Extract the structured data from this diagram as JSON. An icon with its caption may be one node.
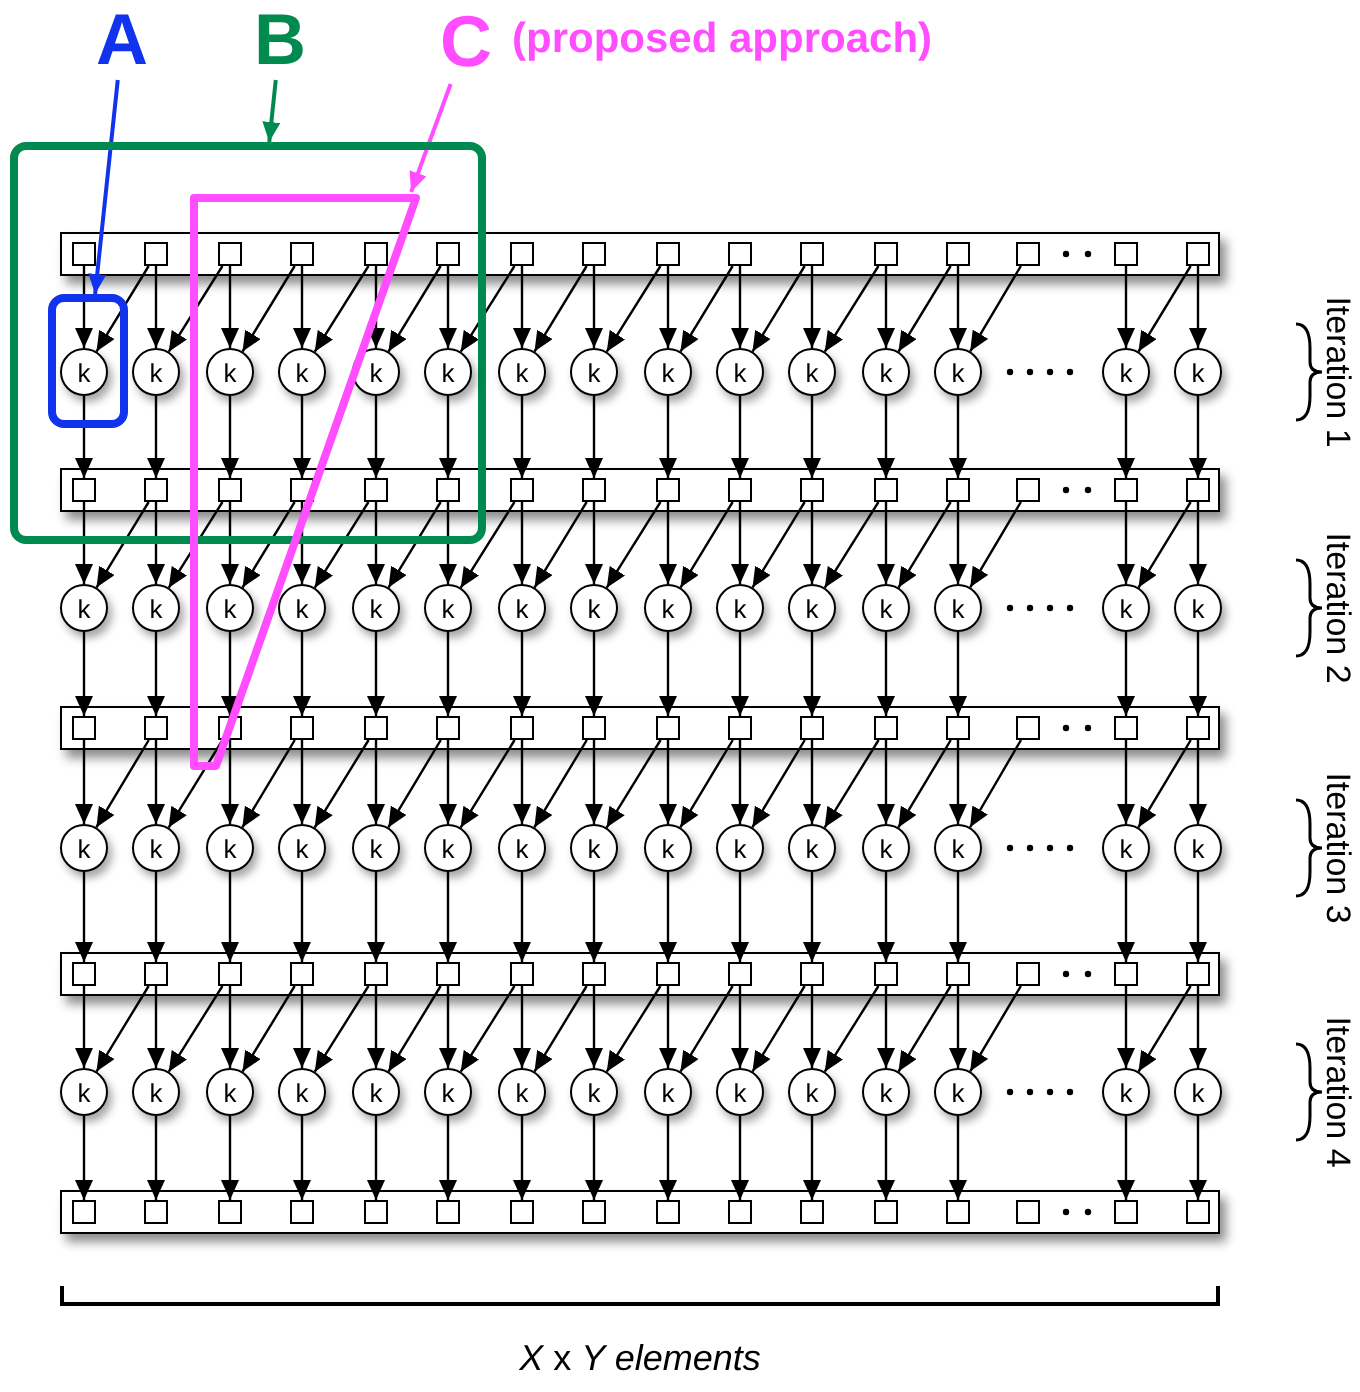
{
  "diagram": {
    "nodes": [
      {
        "text": [
          "A"
        ]
      },
      {
        "text": [
          "B"
        ]
      },
      {
        "text": [
          "C"
        ],
        "beside": [
          "(proposed approach)"
        ]
      },
      {
        "text": [],
        "shape": "box",
        "in": 4
      },
      {
        "text": [],
        "shape": "box"
      },
      {
        "text": [],
        "shape": "triangle"
      },
      {
        "text": [],
        "shape": "bar"
      },
      {
        "text": [],
        "shape": "box"
      },
      {
        "text": [],
        "shape": "box"
      },
      {
        "text": [],
        "shape": "box"
      },
      {
        "text": [],
        "shape": "box"
      },
      {
        "text": [],
        "shape": "box"
      },
      {
        "text": [],
        "shape": "box"
      },
      {
        "text": [],
        "shape": "box",
        "in": 6
      },
      {
        "text": [],
        "shape": "box",
        "in": 6
      },
      {
        "text": [],
        "shape": "box",
        "in": 6
      },
      {
        "text": [],
        "shape": "box",
        "in": 6
      },
      {
        "text": [],
        "shape": "box",
        "in": 6
      },
      {
        "text": [],
        "shape": "box",
        "in": 6
      },
      {
        "text": [],
        "shape": "box",
        "in": 6
      },
      {
        "text": [],
        "shape": "box",
        "in": 6
      },
      {
        "text": [],
        "shape": "box",
        "in": 6
      },
      {
        "text": [],
        "shape": "box",
        "in": 6
      },
      {
        "text": [
          "k"
        ],
        "in": 3
      },
      {
        "text": [
          "k"
        ],
        "in": 4
      },
      {
        "text": [
          "k"
        ]
      },
      {
        "text": [
          "k"
        ]
      },
      {
        "text": [
          "k"
        ],
        "in": 4
      },
      {
        "text": [
          "k"
        ],
        "in": 4
      },
      {
        "text": [
          "k"
        ]
      },
      {
        "text": [
          "k"
        ]
      },
      {
        "text": [
          "k"
        ]
      },
      {
        "text": [
          "k"
        ]
      },
      {
        "text": [
          "k"
        ]
      },
      {
        "text": [
          "k"
        ]
      },
      {
        "text": [
          "k"
        ]
      },
      {
        "text": [
          "k"
        ]
      },
      {
        "text": [
          "k"
        ]
      },
      {
        "text": [],
        "shape": "bar"
      },
      {
        "text": [],
        "shape": "box"
      },
      {
        "text": [],
        "shape": "box"
      },
      {
        "text": [],
        "shape": "box"
      },
      {
        "text": [],
        "shape": "box"
      },
      {
        "text": [],
        "shape": "box"
      },
      {
        "text": [],
        "shape": "box"
      },
      {
        "text": [],
        "shape": "box",
        "in": 38
      },
      {
        "text": [],
        "shape": "box",
        "in": 38
      },
      {
        "text": [],
        "shape": "box",
        "in": 38
      },
      {
        "text": [],
        "shape": "box",
        "in": 38
      },
      {
        "text": [],
        "shape": "box",
        "in": 38
      },
      {
        "text": [],
        "shape": "box",
        "in": 38
      },
      {
        "text": [],
        "shape": "box",
        "in": 38
      },
      {
        "text": [],
        "shape": "box",
        "in": 38
      },
      {
        "text": [],
        "shape": "box",
        "in": 38
      },
      {
        "text": [],
        "shape": "box",
        "in": 38
      },
      {
        "text": [
          "k"
        ]
      },
      {
        "text": [
          "k"
        ]
      },
      {
        "text": [
          "k"
        ],
        "in": 5
      },
      {
        "text": [
          "k"
        ]
      },
      {
        "text": [
          "k"
        ]
      },
      {
        "text": [
          "k"
        ]
      },
      {
        "text": [
          "k"
        ]
      },
      {
        "text": [
          "k"
        ]
      },
      {
        "text": [
          "k"
        ]
      },
      {
        "text": [
          "k"
        ]
      },
      {
        "text": [
          "k"
        ]
      },
      {
        "text": [
          "k"
        ]
      },
      {
        "text": [
          "k"
        ]
      },
      {
        "text": [
          "k"
        ]
      },
      {
        "text": [
          "k"
        ]
      },
      {
        "text": [],
        "shape": "bar"
      },
      {
        "text": [],
        "shape": "box",
        "in": 70
      },
      {
        "text": [],
        "shape": "box",
        "in": 70
      },
      {
        "text": [],
        "shape": "box",
        "in": 70
      },
      {
        "text": [],
        "shape": "box",
        "in": 70
      },
      {
        "text": [],
        "shape": "box",
        "in": 70
      },
      {
        "text": [],
        "shape": "box",
        "in": 70
      },
      {
        "text": [],
        "shape": "box",
        "in": 70
      },
      {
        "text": [],
        "shape": "box",
        "in": 70
      },
      {
        "text": [],
        "shape": "box",
        "in": 70
      },
      {
        "text": [],
        "shape": "box",
        "in": 70
      },
      {
        "text": [],
        "shape": "box",
        "in": 70
      },
      {
        "text": [],
        "shape": "box",
        "in": 70
      },
      {
        "text": [],
        "shape": "box",
        "in": 70
      },
      {
        "text": [],
        "shape": "box",
        "in": 70
      },
      {
        "text": [],
        "shape": "box",
        "in": 70
      },
      {
        "text": [],
        "shape": "box",
        "in": 70
      },
      {
        "text": [
          "k"
        ]
      },
      {
        "text": [
          "k"
        ]
      },
      {
        "text": [
          "k"
        ]
      },
      {
        "text": [
          "k"
        ]
      },
      {
        "text": [
          "k"
        ]
      },
      {
        "text": [
          "k"
        ]
      },
      {
        "text": [
          "k"
        ]
      },
      {
        "text": [
          "k"
        ]
      },
      {
        "text": [
          "k"
        ]
      },
      {
        "text": [
          "k"
        ]
      },
      {
        "text": [
          "k"
        ]
      },
      {
        "text": [
          "k"
        ]
      },
      {
        "text": [
          "k"
        ]
      },
      {
        "text": [
          "k"
        ]
      },
      {
        "text": [
          "k"
        ]
      },
      {
        "text": [],
        "shape": "bar"
      },
      {
        "text": [],
        "shape": "box",
        "in": 102
      },
      {
        "text": [],
        "shape": "box",
        "in": 102
      },
      {
        "text": [],
        "shape": "box",
        "in": 102
      },
      {
        "text": [],
        "shape": "box",
        "in": 102
      },
      {
        "text": [],
        "shape": "box",
        "in": 102
      },
      {
        "text": [],
        "shape": "box",
        "in": 102
      },
      {
        "text": [],
        "shape": "box",
        "in": 102
      },
      {
        "text": [],
        "shape": "box",
        "in": 102
      },
      {
        "text": [],
        "shape": "box",
        "in": 102
      },
      {
        "text": [],
        "shape": "box",
        "in": 102
      },
      {
        "text": [],
        "shape": "box",
        "in": 102
      },
      {
        "text": [],
        "shape": "box",
        "in": 102
      },
      {
        "text": [],
        "shape": "box",
        "in": 102
      },
      {
        "text": [],
        "shape": "box",
        "in": 102
      },
      {
        "text": [],
        "shape": "box",
        "in": 102
      },
      {
        "text": [],
        "shape": "box",
        "in": 102
      },
      {
        "text": [
          "k"
        ]
      },
      {
        "text": [
          "k"
        ]
      },
      {
        "text": [
          "k"
        ]
      },
      {
        "text": [
          "k"
        ]
      },
      {
        "text": [
          "k"
        ]
      },
      {
        "text": [
          "k"
        ]
      },
      {
        "text": [
          "k"
        ]
      },
      {
        "text": [
          "k"
        ]
      },
      {
        "text": [
          "k"
        ]
      },
      {
        "text": [
          "k"
        ]
      },
      {
        "text": [
          "k"
        ]
      },
      {
        "text": [
          "k"
        ]
      },
      {
        "text": [
          "k"
        ]
      },
      {
        "text": [
          "k"
        ]
      },
      {
        "text": [
          "k"
        ]
      },
      {
        "text": [],
        "shape": "bar"
      },
      {
        "text": [],
        "shape": "box",
        "in": 134
      },
      {
        "text": [],
        "shape": "box",
        "in": 134
      },
      {
        "text": [],
        "shape": "box",
        "in": 134
      },
      {
        "text": [],
        "shape": "box",
        "in": 134
      },
      {
        "text": [],
        "shape": "box",
        "in": 134
      },
      {
        "text": [],
        "shape": "box",
        "in": 134
      },
      {
        "text": [],
        "shape": "box",
        "in": 134
      },
      {
        "text": [],
        "shape": "box",
        "in": 134
      },
      {
        "text": [],
        "shape": "box",
        "in": 134
      },
      {
        "text": [],
        "shape": "box",
        "in": 134
      },
      {
        "text": [],
        "shape": "box",
        "in": 134
      },
      {
        "text": [],
        "shape": "box",
        "in": 134
      },
      {
        "text": [],
        "shape": "box",
        "in": 134
      },
      {
        "text": [],
        "shape": "box",
        "in": 134
      },
      {
        "text": [],
        "shape": "box",
        "in": 134
      },
      {
        "text": [],
        "shape": "box",
        "in": 134
      }
    ],
    "edges": [
      {
        "from": 0,
        "to": 3,
        "arrow": "to",
        "color": "#1133ee"
      },
      {
        "from": 1,
        "to": 4,
        "arrow": "to",
        "color": "#008a50"
      },
      {
        "from": 2,
        "to": 5,
        "arrow": "to",
        "color": "#ff4dff"
      },
      {
        "from": 7,
        "to": 23,
        "arrow": "to"
      },
      {
        "from": 8,
        "to": 23,
        "arrow": "to"
      },
      {
        "from": 23,
        "to": 39,
        "arrow": "to"
      },
      {
        "from": 8,
        "to": 24,
        "arrow": "to"
      },
      {
        "from": 9,
        "to": 24,
        "arrow": "to"
      },
      {
        "from": 24,
        "to": 40,
        "arrow": "to"
      },
      {
        "from": 9,
        "to": 25,
        "arrow": "to"
      },
      {
        "from": 10,
        "to": 25,
        "arrow": "to"
      },
      {
        "from": 25,
        "to": 41,
        "arrow": "to"
      },
      {
        "from": 10,
        "to": 26,
        "arrow": "to"
      },
      {
        "from": 11,
        "to": 26,
        "arrow": "to"
      },
      {
        "from": 26,
        "to": 42,
        "arrow": "to"
      },
      {
        "from": 11,
        "to": 27,
        "arrow": "to"
      },
      {
        "from": 12,
        "to": 27,
        "arrow": "to"
      },
      {
        "from": 27,
        "to": 43,
        "arrow": "to"
      },
      {
        "from": 12,
        "to": 28,
        "arrow": "to"
      },
      {
        "from": 13,
        "to": 28,
        "arrow": "to"
      },
      {
        "from": 28,
        "to": 44,
        "arrow": "to"
      },
      {
        "from": 13,
        "to": 29,
        "arrow": "to"
      },
      {
        "from": 14,
        "to": 29,
        "arrow": "to"
      },
      {
        "from": 29,
        "to": 45,
        "arrow": "to"
      },
      {
        "from": 14,
        "to": 30,
        "arrow": "to"
      },
      {
        "from": 15,
        "to": 30,
        "arrow": "to"
      },
      {
        "from": 30,
        "to": 46,
        "arrow": "to"
      },
      {
        "from": 15,
        "to": 31,
        "arrow": "to"
      },
      {
        "from": 16,
        "to": 31,
        "arrow": "to"
      },
      {
        "from": 31,
        "to": 47,
        "arrow": "to"
      },
      {
        "from": 16,
        "to": 32,
        "arrow": "to"
      },
      {
        "from": 17,
        "to": 32,
        "arrow": "to"
      },
      {
        "from": 32,
        "to": 48,
        "arrow": "to"
      },
      {
        "from": 17,
        "to": 33,
        "arrow": "to"
      },
      {
        "from": 18,
        "to": 33,
        "arrow": "to"
      },
      {
        "from": 33,
        "to": 49,
        "arrow": "to"
      },
      {
        "from": 18,
        "to": 34,
        "arrow": "to"
      },
      {
        "from": 19,
        "to": 34,
        "arrow": "to"
      },
      {
        "from": 34,
        "to": 50,
        "arrow": "to"
      },
      {
        "from": 19,
        "to": 35,
        "arrow": "to"
      },
      {
        "from": 20,
        "to": 35,
        "arrow": "to"
      },
      {
        "from": 35,
        "to": 51,
        "arrow": "to"
      },
      {
        "from": 21,
        "to": 36,
        "arrow": "to"
      },
      {
        "from": 22,
        "to": 36,
        "arrow": "to"
      },
      {
        "from": 36,
        "to": 53,
        "arrow": "to"
      },
      {
        "from": 22,
        "to": 37,
        "arrow": "to"
      },
      {
        "from": 37,
        "to": 54,
        "arrow": "to"
      },
      {
        "from": 39,
        "to": 55,
        "arrow": "to"
      },
      {
        "from": 40,
        "to": 55,
        "arrow": "to"
      },
      {
        "from": 55,
        "to": 71,
        "arrow": "to"
      },
      {
        "from": 40,
        "to": 56,
        "arrow": "to"
      },
      {
        "from": 41,
        "to": 56,
        "arrow": "to"
      },
      {
        "from": 56,
        "to": 72,
        "arrow": "to"
      },
      {
        "from": 41,
        "to": 57,
        "arrow": "to"
      },
      {
        "from": 42,
        "to": 57,
        "arrow": "to"
      },
      {
        "from": 57,
        "to": 73,
        "arrow": "to"
      },
      {
        "from": 42,
        "to": 58,
        "arrow": "to"
      },
      {
        "from": 43,
        "to": 58,
        "arrow": "to"
      },
      {
        "from": 58,
        "to": 74,
        "arrow": "to"
      },
      {
        "from": 43,
        "to": 59,
        "arrow": "to"
      },
      {
        "from": 44,
        "to": 59,
        "arrow": "to"
      },
      {
        "from": 59,
        "to": 75,
        "arrow": "to"
      },
      {
        "from": 44,
        "to": 60,
        "arrow": "to"
      },
      {
        "from": 45,
        "to": 60,
        "arrow": "to"
      },
      {
        "from": 60,
        "to": 76,
        "arrow": "to"
      },
      {
        "from": 45,
        "to": 61,
        "arrow": "to"
      },
      {
        "from": 46,
        "to": 61,
        "arrow": "to"
      },
      {
        "from": 61,
        "to": 77,
        "arrow": "to"
      },
      {
        "from": 46,
        "to": 62,
        "arrow": "to"
      },
      {
        "from": 47,
        "to": 62,
        "arrow": "to"
      },
      {
        "from": 62,
        "to": 78,
        "arrow": "to"
      },
      {
        "from": 47,
        "to": 63,
        "arrow": "to"
      },
      {
        "from": 48,
        "to": 63,
        "arrow": "to"
      },
      {
        "from": 63,
        "to": 79,
        "arrow": "to"
      },
      {
        "from": 48,
        "to": 64,
        "arrow": "to"
      },
      {
        "from": 49,
        "to": 64,
        "arrow": "to"
      },
      {
        "from": 64,
        "to": 80,
        "arrow": "to"
      },
      {
        "from": 49,
        "to": 65,
        "arrow": "to"
      },
      {
        "from": 50,
        "to": 65,
        "arrow": "to"
      },
      {
        "from": 65,
        "to": 81,
        "arrow": "to"
      },
      {
        "from": 50,
        "to": 66,
        "arrow": "to"
      },
      {
        "from": 51,
        "to": 66,
        "arrow": "to"
      },
      {
        "from": 66,
        "to": 82,
        "arrow": "to"
      },
      {
        "from": 51,
        "to": 67,
        "arrow": "to"
      },
      {
        "from": 52,
        "to": 67,
        "arrow": "to"
      },
      {
        "from": 67,
        "to": 83,
        "arrow": "to"
      },
      {
        "from": 53,
        "to": 68,
        "arrow": "to"
      },
      {
        "from": 54,
        "to": 68,
        "arrow": "to"
      },
      {
        "from": 68,
        "to": 85,
        "arrow": "to"
      },
      {
        "from": 54,
        "to": 69,
        "arrow": "to"
      },
      {
        "from": 69,
        "to": 86,
        "arrow": "to"
      },
      {
        "from": 71,
        "to": 87,
        "arrow": "to"
      },
      {
        "from": 72,
        "to": 87,
        "arrow": "to"
      },
      {
        "from": 87,
        "to": 103,
        "arrow": "to"
      },
      {
        "from": 72,
        "to": 88,
        "arrow": "to"
      },
      {
        "from": 73,
        "to": 88,
        "arrow": "to"
      },
      {
        "from": 88,
        "to": 104,
        "arrow": "to"
      },
      {
        "from": 73,
        "to": 89,
        "arrow": "to"
      },
      {
        "from": 74,
        "to": 89,
        "arrow": "to"
      },
      {
        "from": 89,
        "to": 105,
        "arrow": "to"
      },
      {
        "from": 74,
        "to": 90,
        "arrow": "to"
      },
      {
        "from": 75,
        "to": 90,
        "arrow": "to"
      },
      {
        "from": 90,
        "to": 106,
        "arrow": "to"
      },
      {
        "from": 75,
        "to": 91,
        "arrow": "to"
      },
      {
        "from": 76,
        "to": 91,
        "arrow": "to"
      },
      {
        "from": 91,
        "to": 107,
        "arrow": "to"
      },
      {
        "from": 76,
        "to": 92,
        "arrow": "to"
      },
      {
        "from": 77,
        "to": 92,
        "arrow": "to"
      },
      {
        "from": 92,
        "to": 108,
        "arrow": "to"
      },
      {
        "from": 77,
        "to": 93,
        "arrow": "to"
      },
      {
        "from": 78,
        "to": 93,
        "arrow": "to"
      },
      {
        "from": 93,
        "to": 109,
        "arrow": "to"
      },
      {
        "from": 78,
        "to": 94,
        "arrow": "to"
      },
      {
        "from": 79,
        "to": 94,
        "arrow": "to"
      },
      {
        "from": 94,
        "to": 110,
        "arrow": "to"
      },
      {
        "from": 79,
        "to": 95,
        "arrow": "to"
      },
      {
        "from": 80,
        "to": 95,
        "arrow": "to"
      },
      {
        "from": 95,
        "to": 111,
        "arrow": "to"
      },
      {
        "from": 80,
        "to": 96,
        "arrow": "to"
      },
      {
        "from": 81,
        "to": 96,
        "arrow": "to"
      },
      {
        "from": 96,
        "to": 112,
        "arrow": "to"
      },
      {
        "from": 81,
        "to": 97,
        "arrow": "to"
      },
      {
        "from": 82,
        "to": 97,
        "arrow": "to"
      },
      {
        "from": 97,
        "to": 113,
        "arrow": "to"
      },
      {
        "from": 82,
        "to": 98,
        "arrow": "to"
      },
      {
        "from": 83,
        "to": 98,
        "arrow": "to"
      },
      {
        "from": 98,
        "to": 114,
        "arrow": "to"
      },
      {
        "from": 83,
        "to": 99,
        "arrow": "to"
      },
      {
        "from": 84,
        "to": 99,
        "arrow": "to"
      },
      {
        "from": 99,
        "to": 115,
        "arrow": "to"
      },
      {
        "from": 85,
        "to": 100,
        "arrow": "to"
      },
      {
        "from": 86,
        "to": 100,
        "arrow": "to"
      },
      {
        "from": 100,
        "to": 117,
        "arrow": "to"
      },
      {
        "from": 86,
        "to": 101,
        "arrow": "to"
      },
      {
        "from": 101,
        "to": 118,
        "arrow": "to"
      },
      {
        "from": 103,
        "to": 119,
        "arrow": "to"
      },
      {
        "from": 104,
        "to": 119,
        "arrow": "to"
      },
      {
        "from": 119,
        "to": 135,
        "arrow": "to"
      },
      {
        "from": 104,
        "to": 120,
        "arrow": "to"
      },
      {
        "from": 105,
        "to": 120,
        "arrow": "to"
      },
      {
        "from": 120,
        "to": 136,
        "arrow": "to"
      },
      {
        "from": 105,
        "to": 121,
        "arrow": "to"
      },
      {
        "from": 106,
        "to": 121,
        "arrow": "to"
      },
      {
        "from": 121,
        "to": 137,
        "arrow": "to"
      },
      {
        "from": 106,
        "to": 122,
        "arrow": "to"
      },
      {
        "from": 107,
        "to": 122,
        "arrow": "to"
      },
      {
        "from": 122,
        "to": 138,
        "arrow": "to"
      },
      {
        "from": 107,
        "to": 123,
        "arrow": "to"
      },
      {
        "from": 108,
        "to": 123,
        "arrow": "to"
      },
      {
        "from": 123,
        "to": 139,
        "arrow": "to"
      },
      {
        "from": 108,
        "to": 124,
        "arrow": "to"
      },
      {
        "from": 109,
        "to": 124,
        "arrow": "to"
      },
      {
        "from": 124,
        "to": 140,
        "arrow": "to"
      },
      {
        "from": 109,
        "to": 125,
        "arrow": "to"
      },
      {
        "from": 110,
        "to": 125,
        "arrow": "to"
      },
      {
        "from": 125,
        "to": 141,
        "arrow": "to"
      },
      {
        "from": 110,
        "to": 126,
        "arrow": "to"
      },
      {
        "from": 111,
        "to": 126,
        "arrow": "to"
      },
      {
        "from": 126,
        "to": 142,
        "arrow": "to"
      },
      {
        "from": 111,
        "to": 127,
        "arrow": "to"
      },
      {
        "from": 112,
        "to": 127,
        "arrow": "to"
      },
      {
        "from": 127,
        "to": 143,
        "arrow": "to"
      },
      {
        "from": 112,
        "to": 128,
        "arrow": "to"
      },
      {
        "from": 113,
        "to": 128,
        "arrow": "to"
      },
      {
        "from": 128,
        "to": 144,
        "arrow": "to"
      },
      {
        "from": 113,
        "to": 129,
        "arrow": "to"
      },
      {
        "from": 114,
        "to": 129,
        "arrow": "to"
      },
      {
        "from": 129,
        "to": 145,
        "arrow": "to"
      },
      {
        "from": 114,
        "to": 130,
        "arrow": "to"
      },
      {
        "from": 115,
        "to": 130,
        "arrow": "to"
      },
      {
        "from": 130,
        "to": 146,
        "arrow": "to"
      },
      {
        "from": 115,
        "to": 131,
        "arrow": "to"
      },
      {
        "from": 116,
        "to": 131,
        "arrow": "to"
      },
      {
        "from": 131,
        "to": 147,
        "arrow": "to"
      },
      {
        "from": 117,
        "to": 132,
        "arrow": "to"
      },
      {
        "from": 118,
        "to": 132,
        "arrow": "to"
      },
      {
        "from": 132,
        "to": 149,
        "arrow": "to"
      },
      {
        "from": 118,
        "to": 133,
        "arrow": "to"
      },
      {
        "from": 133,
        "to": 150,
        "arrow": "to"
      }
    ],
    "labels": [
      "Iteration 1",
      "Iteration 2",
      "Iteration 3",
      "Iteration 4",
      "*X* x *Y elements*"
    ]
  }
}
